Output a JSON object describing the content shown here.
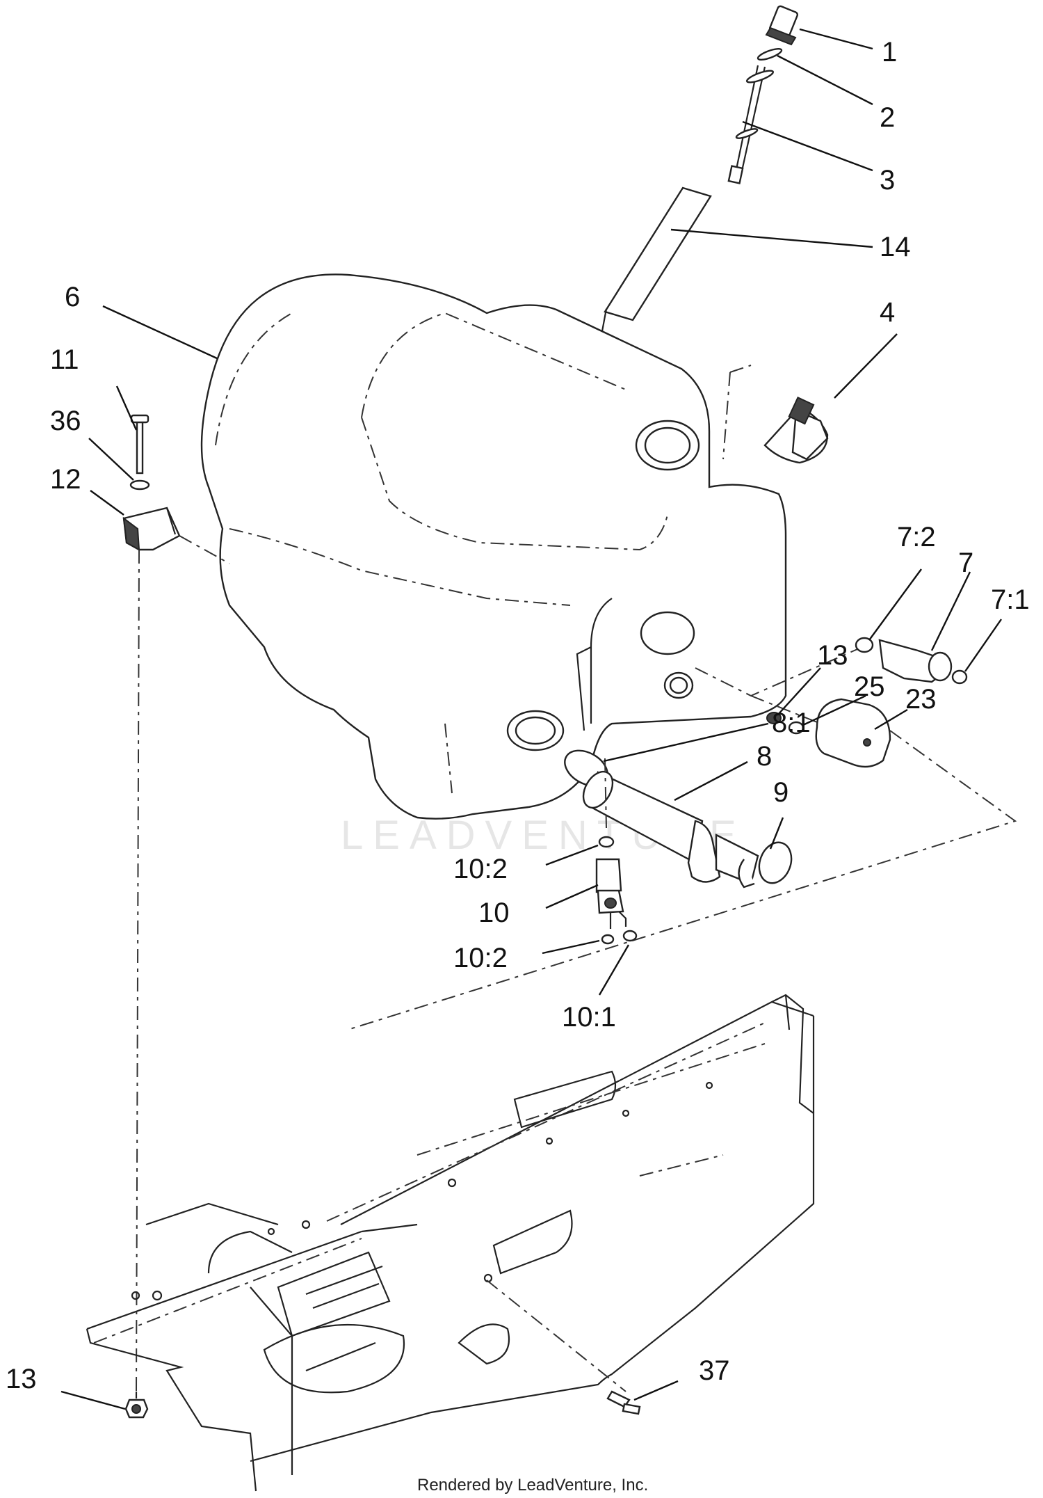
{
  "diagram": {
    "callouts": [
      {
        "id": "c1",
        "text": "1"
      },
      {
        "id": "c2",
        "text": "2"
      },
      {
        "id": "c3",
        "text": "3"
      },
      {
        "id": "c14",
        "text": "14"
      },
      {
        "id": "c4",
        "text": "4"
      },
      {
        "id": "c6",
        "text": "6"
      },
      {
        "id": "c11",
        "text": "11"
      },
      {
        "id": "c36",
        "text": "36"
      },
      {
        "id": "c12",
        "text": "12"
      },
      {
        "id": "c7_2",
        "text": "7:2"
      },
      {
        "id": "c7",
        "text": "7"
      },
      {
        "id": "c7_1",
        "text": "7:1"
      },
      {
        "id": "c13a",
        "text": "13"
      },
      {
        "id": "c25",
        "text": "25"
      },
      {
        "id": "c23",
        "text": "23"
      },
      {
        "id": "c8_1",
        "text": "8:1"
      },
      {
        "id": "c8",
        "text": "8"
      },
      {
        "id": "c9",
        "text": "9"
      },
      {
        "id": "c10_2a",
        "text": "10:2"
      },
      {
        "id": "c10",
        "text": "10"
      },
      {
        "id": "c10_2b",
        "text": "10:2"
      },
      {
        "id": "c10_1",
        "text": "10:1"
      },
      {
        "id": "c37",
        "text": "37"
      },
      {
        "id": "c13b",
        "text": "13"
      }
    ],
    "watermark": "LEADVENTURE",
    "footer": "Rendered by LeadVenture, Inc."
  }
}
